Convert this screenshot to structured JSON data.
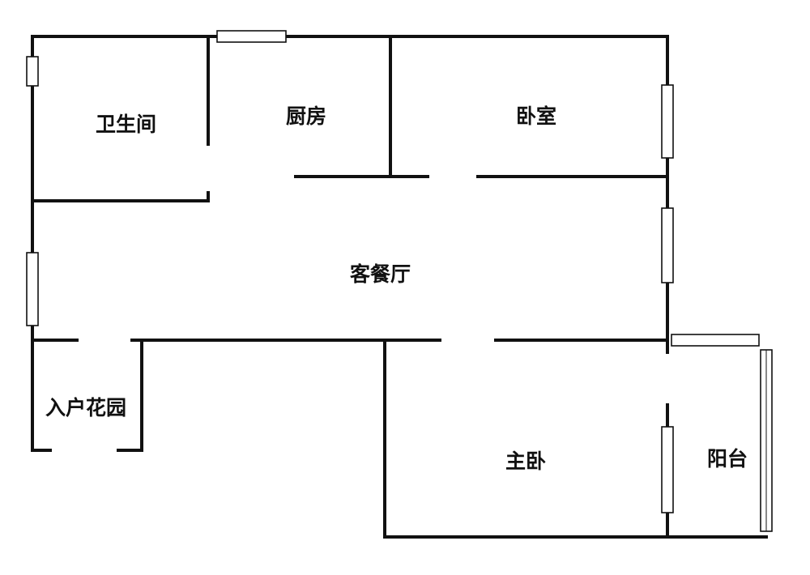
{
  "rooms": {
    "bathroom": "卫生间",
    "kitchen": "厨房",
    "bedroom": "卧室",
    "living_dining": "客餐厅",
    "entry_garden": "入户花园",
    "master_bedroom": "主卧",
    "balcony": "阳台"
  },
  "colors": {
    "wall": "#111111",
    "background": "#ffffff"
  }
}
